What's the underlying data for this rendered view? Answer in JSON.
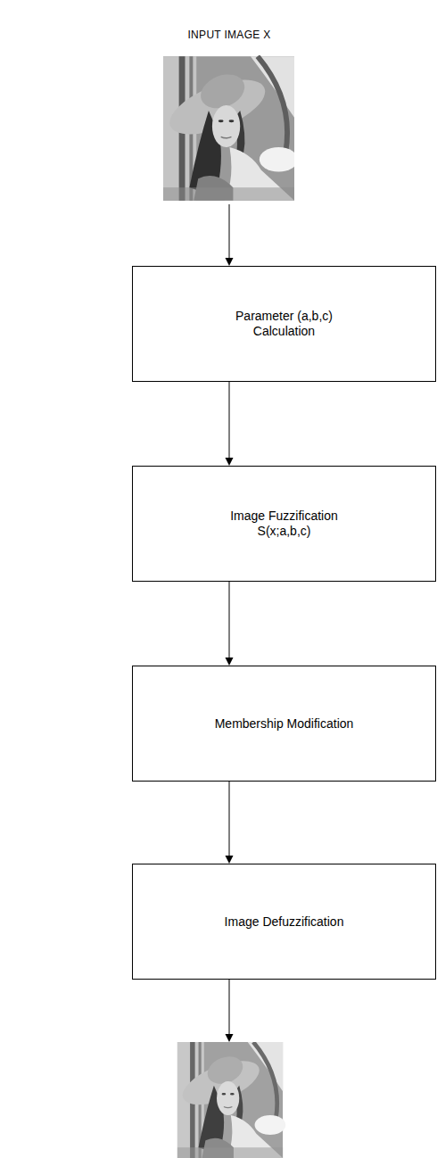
{
  "diagram": {
    "title": "INPUT IMAGE X",
    "nodes": [
      {
        "text": [
          "Parameter (a,b,c) Calculation"
        ]
      },
      {
        "text": [
          "Image Fuzzification S(x;a,b,c)"
        ]
      },
      {
        "text": [
          "Membership Modification"
        ]
      },
      {
        "text": [
          "Image Defuzzification"
        ]
      }
    ],
    "edges": [
      {
        "from": 0,
        "to": 1,
        "arrow": "to"
      },
      {
        "from": 1,
        "to": 2,
        "arrow": "to"
      },
      {
        "from": 2,
        "to": 3,
        "arrow": "to"
      }
    ]
  }
}
